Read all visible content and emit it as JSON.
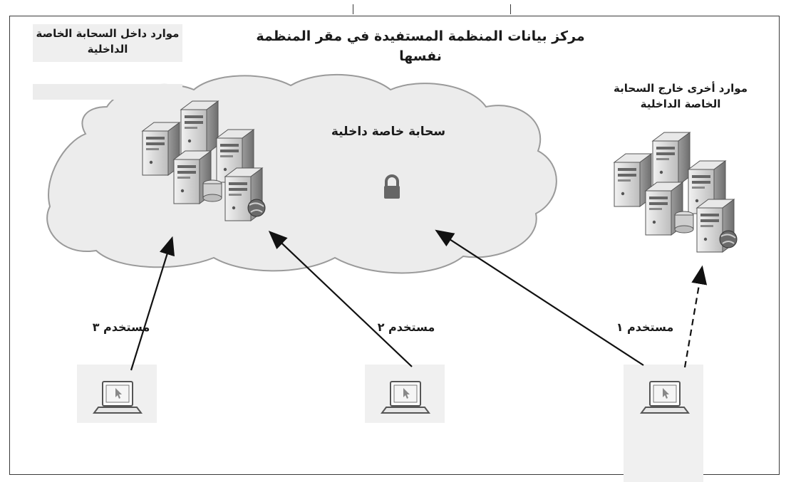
{
  "diagram": {
    "title": "مركز بيانات المنظمة المستفيدة في مقر المنظمة نفسها",
    "internal_resources_label": "موارد داخل السحابة الخاصة الداخلية",
    "external_resources_label": "موارد أخرى خارج السحابة الخاصة الداخلية",
    "cloud_label": "سحابة خاصة داخلية",
    "users": [
      {
        "label": "مستخدم ١"
      },
      {
        "label": "مستخدم ٢"
      },
      {
        "label": "مستخدم ٣"
      }
    ],
    "colors": {
      "cloud_fill": "#ececec",
      "cloud_stroke": "#9a9a9a",
      "server_body": "#d9d9d9",
      "arrow": "#111111"
    }
  }
}
